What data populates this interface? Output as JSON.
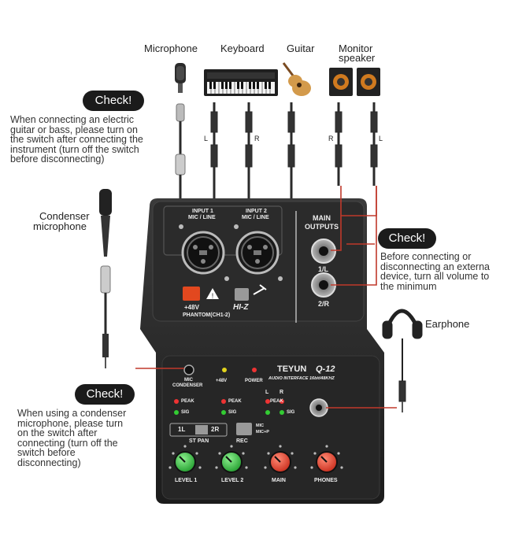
{
  "devices": {
    "microphone": "Microphone",
    "keyboard": "Keyboard",
    "guitar": "Guitar",
    "monitor_line1": "Monitor",
    "monitor_line2": "speaker",
    "condenser_line1": "Condenser",
    "condenser_line2": "microphone",
    "earphone": "Earphone"
  },
  "cable_markers": {
    "left": "L",
    "right": "R"
  },
  "checks": {
    "label": "Check!",
    "guitar_note": [
      "When connecting an electric",
      "guitar or bass, please turn on",
      "the switch after connecting the",
      "instrument (turn off the switch",
      "before disconnecting)"
    ],
    "output_note": [
      "Before connecting or",
      "disconnecting an externa",
      "device, turn all volume to",
      "the minimum"
    ],
    "condenser_note": [
      "When using a condenser",
      "microphone, please turn",
      "on the switch after",
      "connecting (turn off the",
      "switch before",
      "disconnecting)"
    ]
  },
  "top_panel": {
    "input1_line1": "INPUT 1",
    "input1_line2": "MIC / LINE",
    "input2_line1": "INPUT 2",
    "input2_line2": "MIC / LINE",
    "main_outputs_line1": "MAIN",
    "main_outputs_line2": "OUTPUTS",
    "out_left": "1/L",
    "out_right": "2/R",
    "phantom_button": "+48V",
    "phantom_label": "PHANTOM(CH1-2)",
    "hiz": "HI-Z"
  },
  "front_panel": {
    "mic_condenser_line1": "MIC",
    "mic_condenser_line2": "CONDENSER",
    "led_48v": "+48V",
    "power": "POWER",
    "brand": "TEYUN",
    "model": "Q-12",
    "subtitle": "AUDIO INTERFACE 16bit/48KHZ",
    "peak": "PEAK",
    "sig": "SIG",
    "main_l": "L",
    "main_r": "R",
    "st_pan_left": "1L",
    "st_pan_right": "2R",
    "st_pan": "ST PAN",
    "rec": "REC",
    "rec_mic": "MIC",
    "rec_micp": "MIC+P",
    "knob_level1": "LEVEL 1",
    "knob_level2": "LEVEL 2",
    "knob_main": "MAIN",
    "knob_phones": "PHONES"
  },
  "colors": {
    "leader": "#c0392b",
    "knob_green": "#2fbf3a",
    "knob_red": "#e23b2a",
    "panel": "#2a2a2a"
  }
}
